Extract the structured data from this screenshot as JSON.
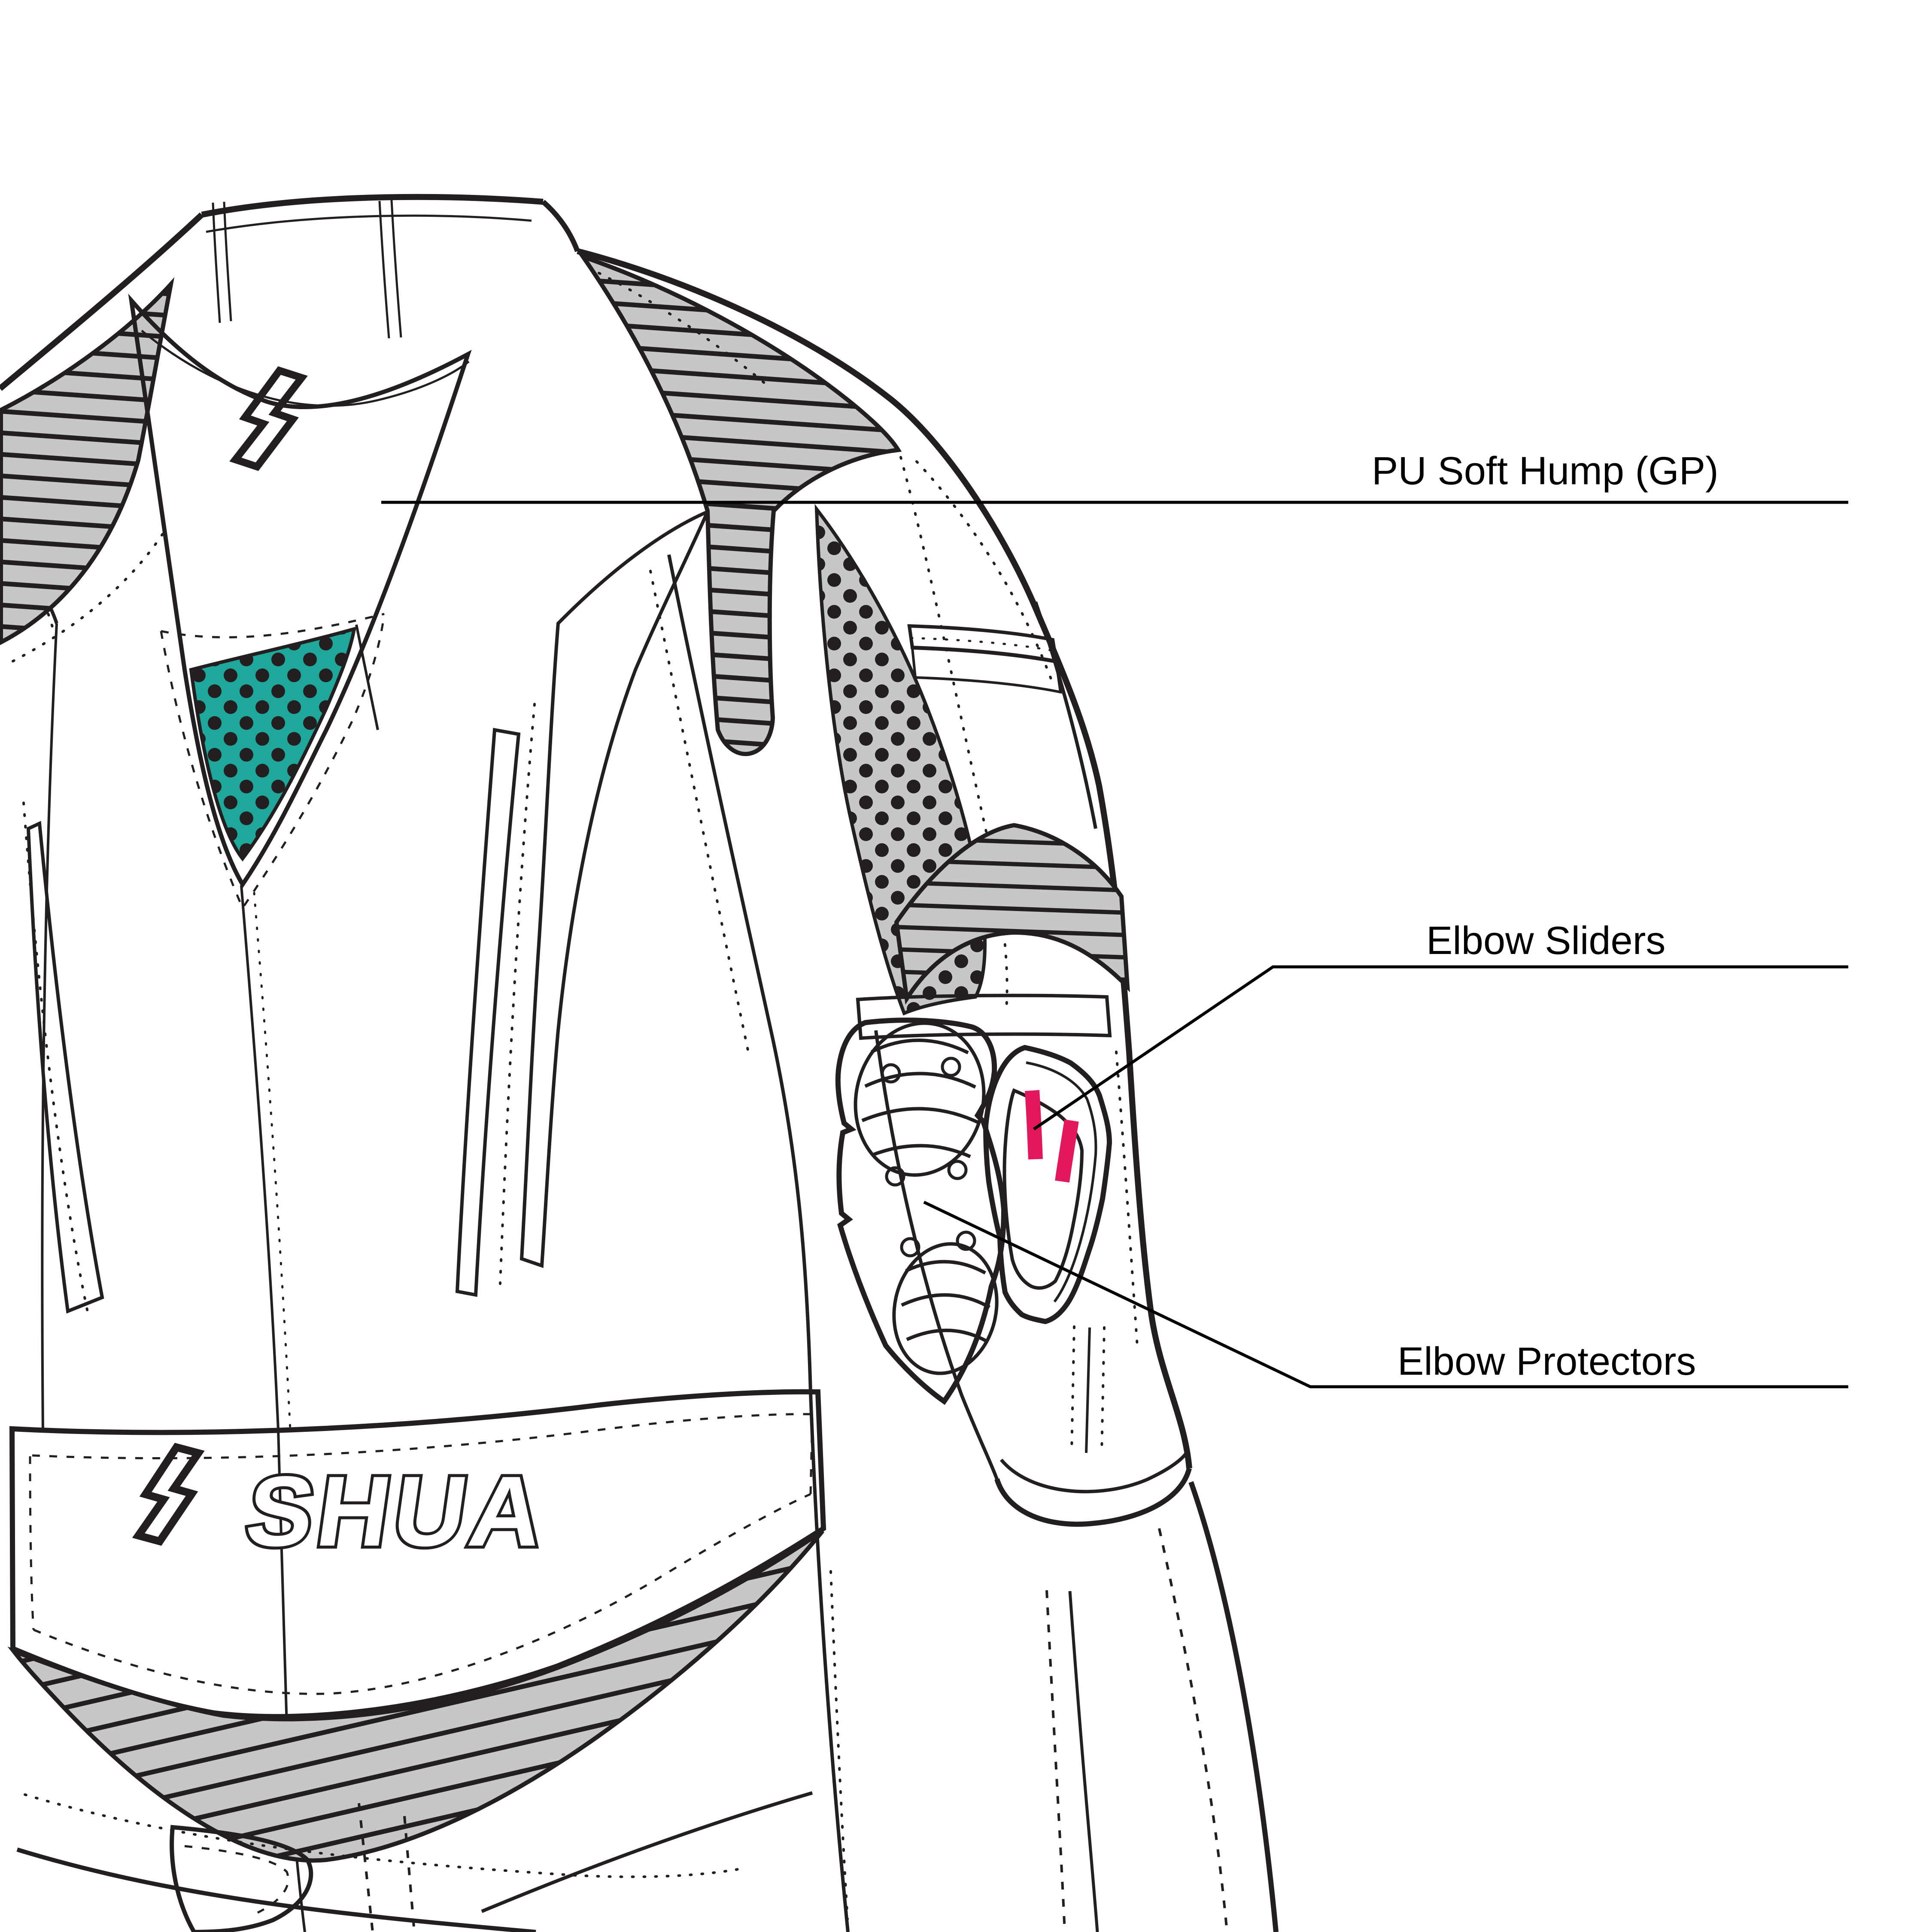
{
  "figure": {
    "kind": "technical-illustration",
    "subject": "motorcycle racing suit, back view with feature callouts"
  },
  "callouts": [
    {
      "id": "pu-soft-hump",
      "label": "PU Soft Hump (GP)"
    },
    {
      "id": "elbow-sliders",
      "label": "Elbow Sliders"
    },
    {
      "id": "elbow-protectors",
      "label": "Elbow Protectors"
    }
  ],
  "branding": {
    "wordmark": "SHUA",
    "logo_icon": "shua-bolt-icon"
  },
  "colors": {
    "ink": "#231F20",
    "hump-purple": "#9C2F9E",
    "vent-teal": "#1EA79A",
    "panel-gray": "#C6C7C8",
    "protector-orange": "#F7941E",
    "slider-pink": "#E3175C",
    "slider-blue": "#29A8E0",
    "label-text": "#000000"
  }
}
